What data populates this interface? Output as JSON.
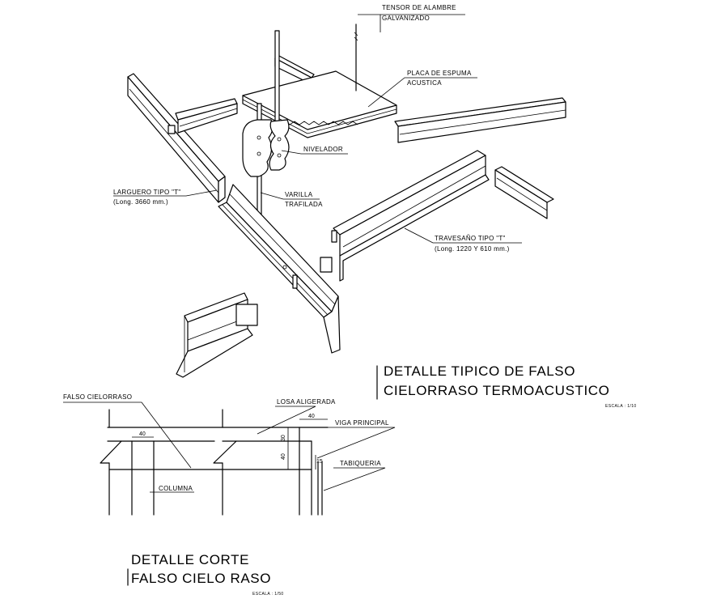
{
  "labels": {
    "tensor_1": "TENSOR DE ALAMBRE",
    "tensor_2": "GALVANIZADO",
    "placa_1": "PLACA DE ESPUMA",
    "placa_2": "ACUSTICA",
    "nivelador": "NIVELADOR",
    "larguero_1": "LARGUERO TIPO \"T\"",
    "larguero_2": "(Long. 3660 mm.)",
    "varilla_1": "VARILLA",
    "varilla_2": "TRAFILADA",
    "travesano_1": "TRAVESAÑO TIPO \"T\"",
    "travesano_2": "(Long. 1220 Y 610 mm.)",
    "falso_cielorraso": "FALSO CIELORRASO",
    "losa": "LOSA ALIGERADA",
    "viga": "VIGA PRINCIPAL",
    "tabiqueria": "TABIQUERIA",
    "columna": "COLUMNA"
  },
  "dims": {
    "d40_top": "40",
    "d40_left": "40",
    "d30": "30",
    "d40_mid": "40",
    "d15": "15"
  },
  "titles": {
    "detalle_tipico_1": "DETALLE TIPICO DE FALSO",
    "detalle_tipico_2": "CIELORRASO TERMOACUSTICO",
    "escala_1": "ESCALA : 1/10",
    "detalle_corte_1": "DETALLE CORTE",
    "detalle_corte_2": "FALSO CIELO RASO",
    "escala_2": "ESCALA : 1/50"
  }
}
